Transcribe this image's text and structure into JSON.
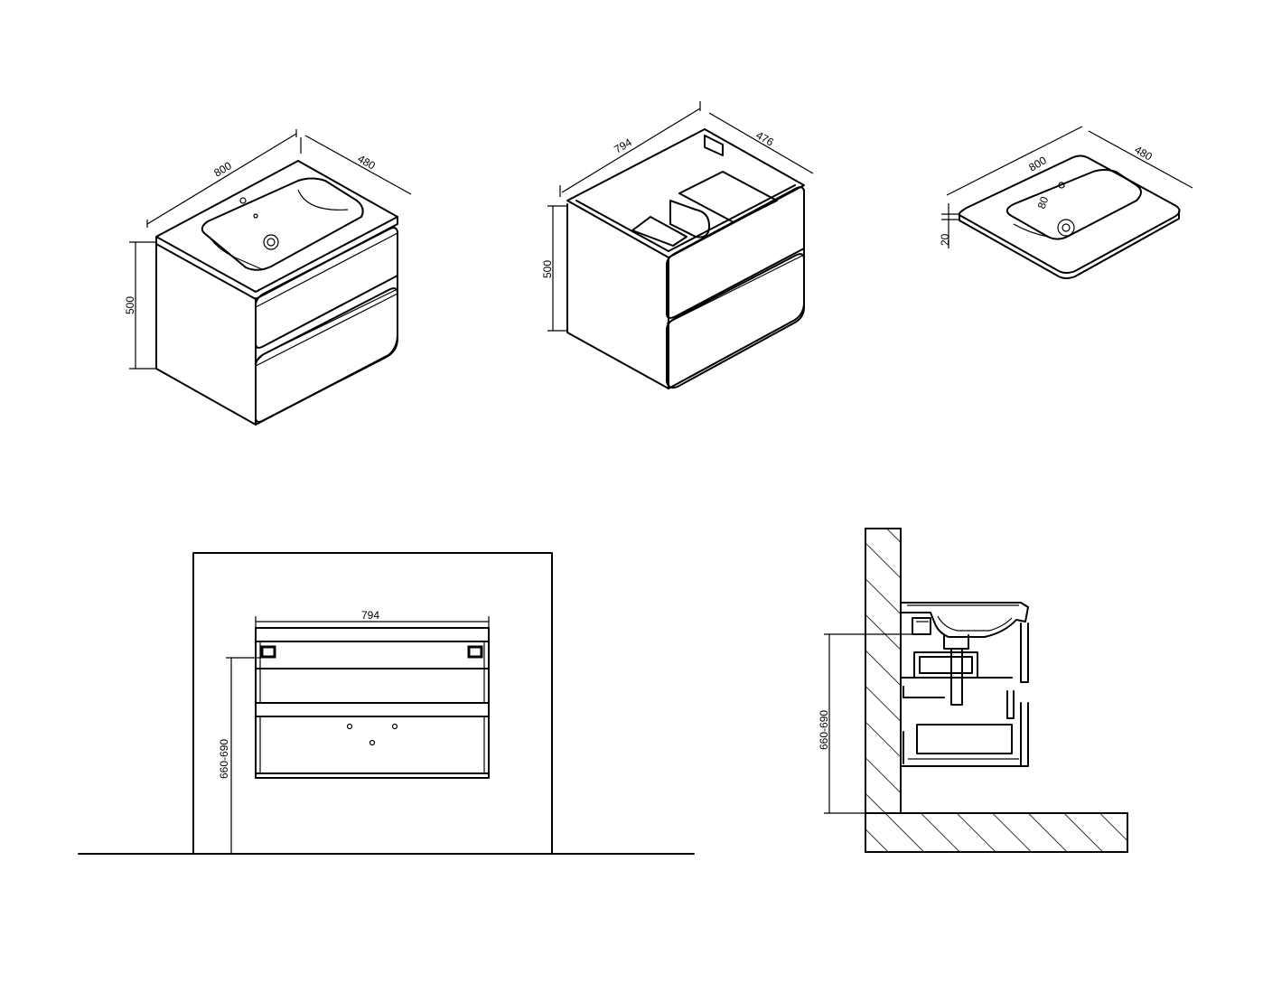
{
  "views": {
    "iso_cabinet": {
      "width": "800",
      "depth": "480",
      "height": "500"
    },
    "iso_open": {
      "width": "794",
      "depth": "476",
      "height": "500"
    },
    "iso_basin": {
      "width": "800",
      "depth": "480",
      "thickness": "20",
      "bowl_depth": "80"
    },
    "front_view": {
      "width": "794",
      "mount_height": "660-690"
    },
    "side_view": {
      "mount_height": "660-690"
    }
  }
}
